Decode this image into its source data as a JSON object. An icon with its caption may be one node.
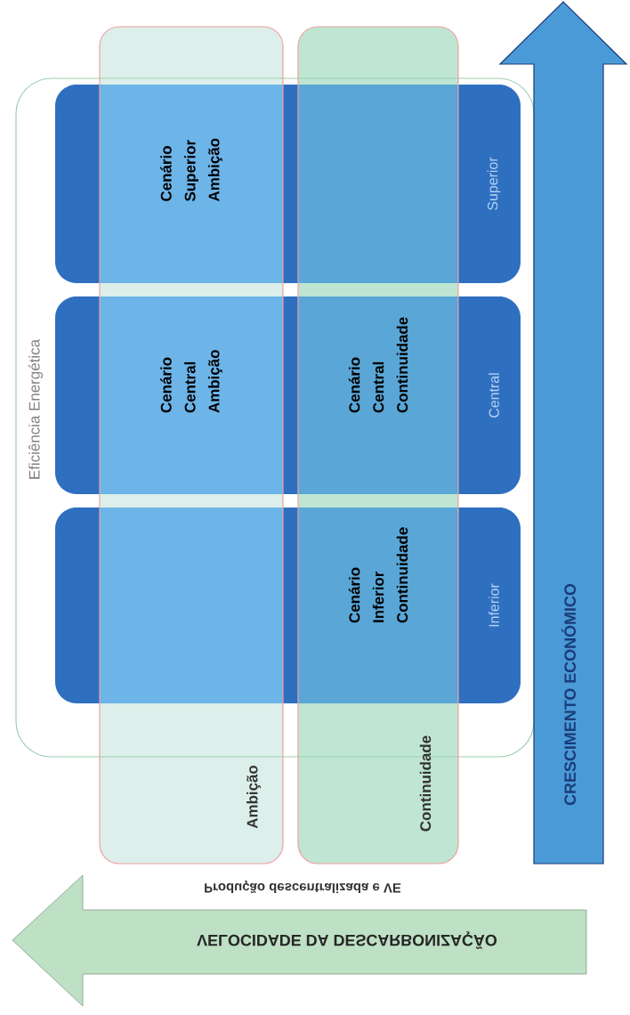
{
  "diagram": {
    "nodes": [
      {
        "text": [
          "Eficiência Energética"
        ]
      },
      {
        "text": [
          "Superior"
        ],
        "in": 0
      },
      {
        "text": [
          "Central"
        ],
        "in": 0
      },
      {
        "text": [
          "Inferior"
        ],
        "in": 0
      },
      {
        "text": [
          "Ambição"
        ]
      },
      {
        "text": [
          "Continuidade"
        ]
      },
      {
        "text": [
          "CRESCIMENTO ECONÓMICO"
        ]
      },
      {
        "text": [
          "VELOCIDADE DA DESCARBONIZAÇÃO"
        ]
      }
    ],
    "edges": [],
    "labels": [
      "Cenário Superior Ambição",
      "Cenário Central Ambição",
      "Cenário Central Continuidade",
      "Cenário Inferior Continuidade",
      "Produção descentralizada e VE"
    ]
  }
}
